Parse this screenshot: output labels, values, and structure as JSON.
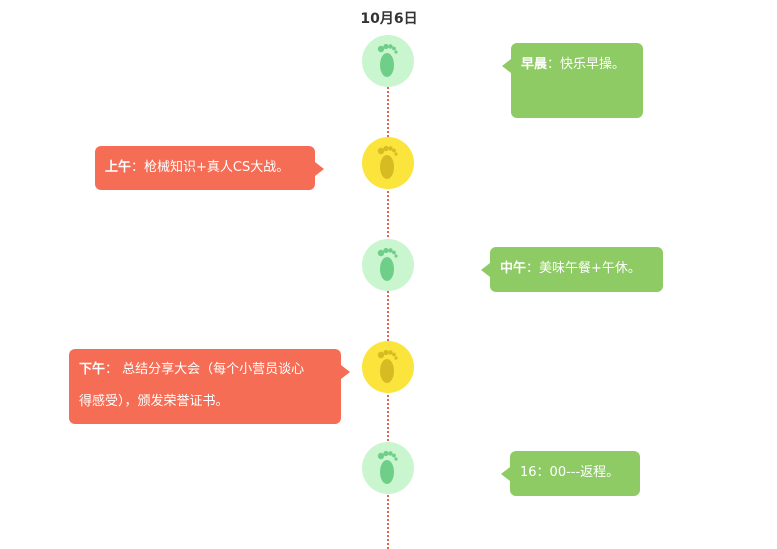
{
  "header": {
    "date": "10月6日"
  },
  "colors": {
    "green_node": "#c9f5cf",
    "yellow_node": "#fbe43b",
    "green_bubble": "#8fcb65",
    "red_bubble": "#f66d55",
    "line": "#e8644e"
  },
  "events": [
    {
      "label": "早晨",
      "sep": "：",
      "text": "快乐早操。",
      "icon": "footprint-icon"
    },
    {
      "label": "上午",
      "sep": "：",
      "text": "枪械知识+真人CS大战。",
      "icon": "footprint-icon"
    },
    {
      "label": "中午",
      "sep": "：",
      "text": "美味午餐+午休。",
      "icon": "footprint-icon"
    },
    {
      "label": "下午",
      "sep": "： ",
      "text": "总结分享大会（每个小营员谈心",
      "text2": "得感受），颁发荣誉证书。",
      "icon": "footprint-icon"
    },
    {
      "label": "",
      "sep": "",
      "text": "16：00---返程。",
      "icon": "footprint-icon"
    }
  ]
}
